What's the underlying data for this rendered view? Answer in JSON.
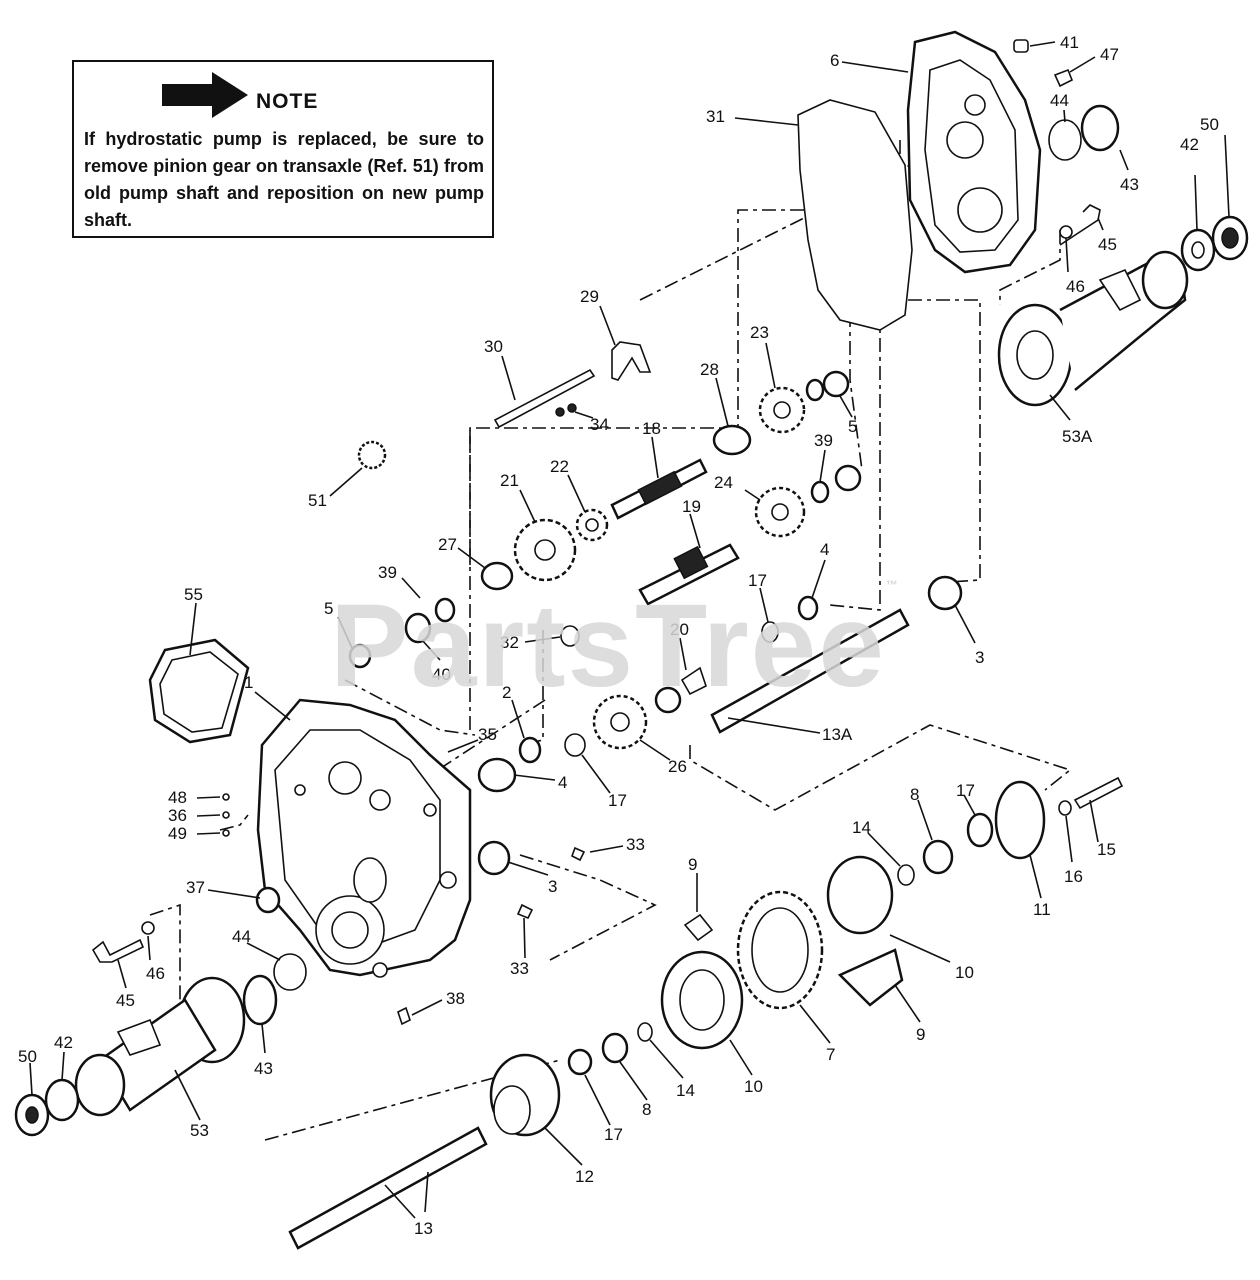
{
  "note": {
    "title": "NOTE",
    "text": "If hydrostatic pump is replaced, be sure to remove pinion gear on transaxle (Ref. 51) from old pump shaft and reposition on new pump shaft."
  },
  "watermark": {
    "text": "PartsTree",
    "trademark": "™"
  },
  "callouts": [
    "41",
    "47",
    "6",
    "44",
    "31",
    "43",
    "42",
    "50",
    "45",
    "46",
    "53A",
    "29",
    "30",
    "23",
    "28",
    "34",
    "5",
    "18",
    "39",
    "51",
    "21",
    "22",
    "24",
    "19",
    "27",
    "39",
    "4",
    "17",
    "55",
    "5",
    "40",
    "32",
    "20",
    "3",
    "13A",
    "1",
    "2",
    "35",
    "4",
    "17",
    "26",
    "48",
    "36",
    "49",
    "33",
    "3",
    "8",
    "14",
    "17",
    "15",
    "16",
    "11",
    "9",
    "37",
    "33",
    "10",
    "44",
    "46",
    "45",
    "38",
    "7",
    "9",
    "10",
    "50",
    "42",
    "43",
    "53",
    "17",
    "8",
    "14",
    "12",
    "13"
  ]
}
